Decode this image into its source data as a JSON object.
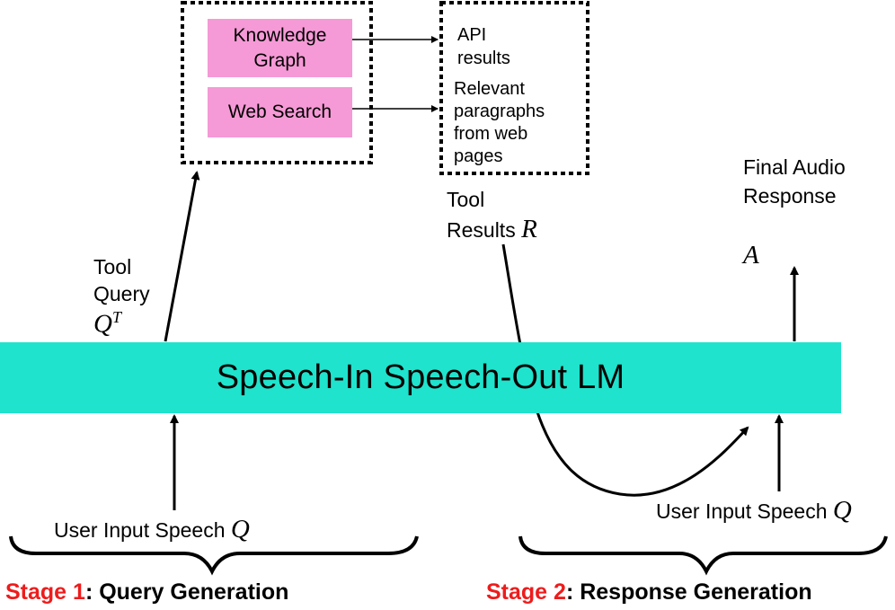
{
  "tools": {
    "knowledge_graph": "Knowledge Graph",
    "web_search": "Web Search"
  },
  "results": {
    "api": "API results",
    "paragraphs": "Relevant paragraphs from web pages"
  },
  "labels": {
    "tool_query_text": "Tool Query",
    "tool_query_symbol": "Q",
    "tool_query_sup": "T",
    "tool_results_line1": "Tool",
    "tool_results_line2": "Results",
    "tool_results_symbol": "R",
    "final_response_text": "Final Audio Response",
    "final_response_symbol": "A",
    "user_input_text": "User Input Speech",
    "user_input_symbol": "Q"
  },
  "model": {
    "name": "Speech-In Speech-Out LM"
  },
  "stages": {
    "stage1_prefix": "Stage 1",
    "stage1_suffix": ": Query Generation",
    "stage2_prefix": "Stage 2",
    "stage2_suffix": ": Response Generation"
  },
  "colors": {
    "tool_box": "#f59ad6",
    "lm_bar": "#1fe3cc",
    "stage_red": "#ee1c1c"
  }
}
